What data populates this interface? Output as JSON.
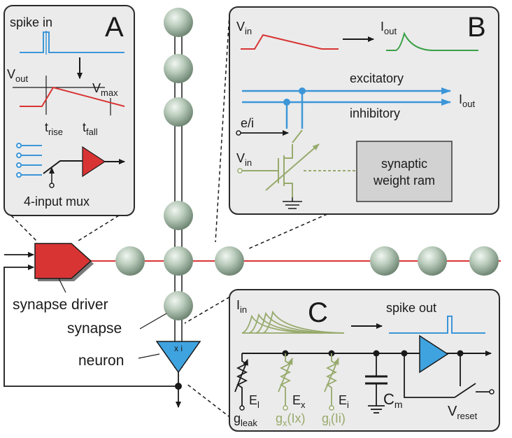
{
  "panels": {
    "a": {
      "letter": "A",
      "spike_in": "spike in",
      "v": "V",
      "v_sub": "out",
      "vmax": "V",
      "vmax_sub": "max",
      "t": "t",
      "trise_sub": "rise",
      "tfall_sub": "fall",
      "mux": "4-input mux"
    },
    "b": {
      "letter": "B",
      "vin": "V",
      "vin_sub": "in",
      "iout": "I",
      "iout_sub": "out",
      "excitatory": "excitatory",
      "inhibitory": "inhibitory",
      "iout2": "I",
      "iout2_sub": "out",
      "ei": "e/i",
      "vin2": "V",
      "vin2_sub": "in",
      "ram_line1": "synaptic",
      "ram_line2": "weight ram"
    },
    "c": {
      "letter": "C",
      "iin": "I",
      "iin_sub": "in",
      "spike_out": "spike out",
      "el": "E",
      "el_sub": "l",
      "ex": "E",
      "ex_sub": "x",
      "ei": "E",
      "ei_sub": "i",
      "cm": "C",
      "cm_sub": "m",
      "gleak": "g",
      "gleak_sub": "leak",
      "gx": "g",
      "gx_sub": "x",
      "gx_arg": "(Ix)",
      "gi": "g",
      "gi_sub": "i",
      "gi_arg": "(Ii)",
      "vreset": "V",
      "vreset_sub": "reset"
    }
  },
  "labels": {
    "synapse_driver": "synapse driver",
    "synapse": "synapse",
    "neuron": "neuron",
    "neuron_mark": "x i"
  },
  "colors": {
    "panel_bg": "#ebebeb",
    "blue": "#3c96d8",
    "red": "#d93434",
    "green": "#97aa6c",
    "sphere": "#a5b9a8",
    "neuron": "#3fa3e0"
  }
}
